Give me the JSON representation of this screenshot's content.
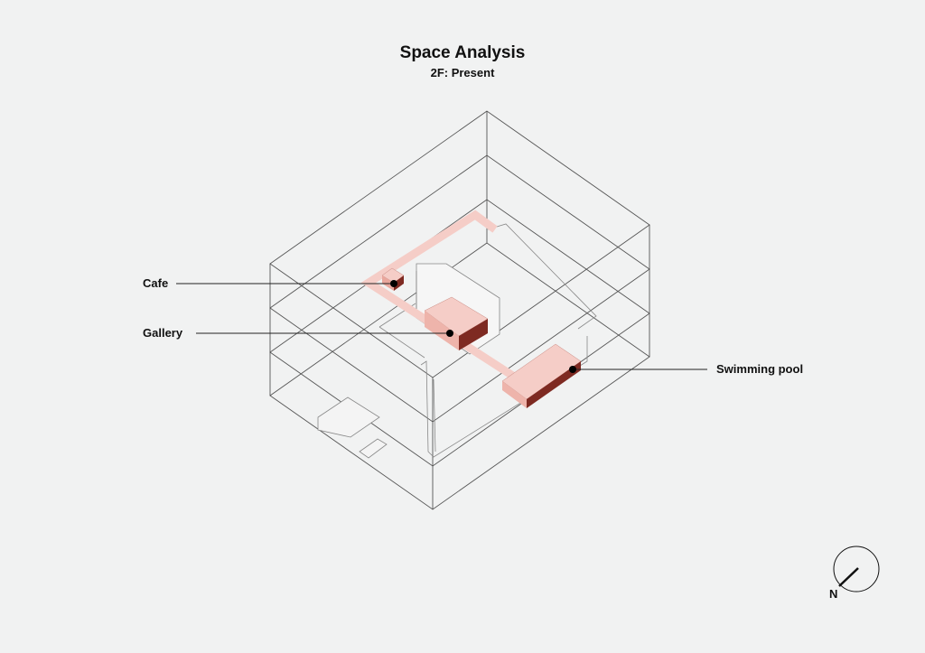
{
  "title": "Space Analysis",
  "subtitle": "2F: Present",
  "labels": {
    "cafe": "Cafe",
    "gallery": "Gallery",
    "pool": "Swimming pool"
  },
  "compass": {
    "label": "N"
  },
  "colors": {
    "highlight": "#f5cdc7",
    "highlight_dark": "#8a2a22",
    "line": "#444444"
  }
}
